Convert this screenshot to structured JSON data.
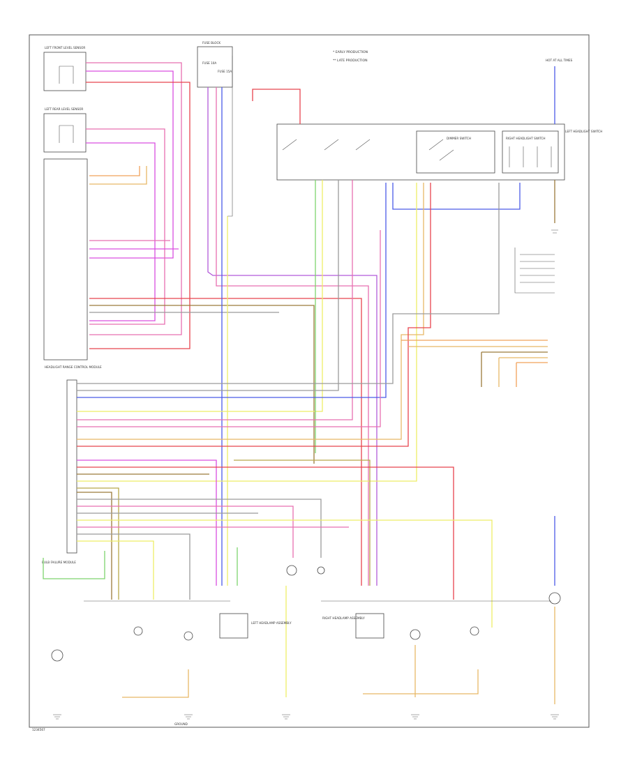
{
  "legend": {
    "line1": "* EARLY PRODUCTION",
    "line2": "** LATE PRODUCTION"
  },
  "components": {
    "left_front_level_sensor": "LEFT FRONT LEVEL SENSOR",
    "left_rear_level_sensor": "LEFT REAR LEVEL SENSOR",
    "headlamp_control_module": "HEADLIGHT RANGE CONTROL MODULE",
    "bulb_failure_module": "BULB FAILURE MODULE",
    "left_headlight_switch": "LEFT HEADLIGHT SWITCH",
    "dimmer_switch": "DIMMER SWITCH",
    "right_headlight_switch": "RIGHT HEADLIGHT SWITCH",
    "headlamp_right": "RIGHT HEADLAMP ASSEMBLY",
    "headlamp_left": "LEFT HEADLAMP ASSEMBLY",
    "ground_label": "GROUND",
    "fuse_block": "FUSE BLOCK",
    "hot_at_all_times": "HOT AT ALL TIMES",
    "fuse_label_1": "FUSE 10A",
    "fuse_label_2": "FUSE 15A"
  },
  "footer": {
    "code": "1234567"
  },
  "colors": {
    "red": "#e8434d",
    "pink": "#e86fb1",
    "magenta": "#d94fe0",
    "violet": "#b25ad9",
    "blue": "#4a5ae8",
    "yellow": "#eded66",
    "tan": "#e8b866",
    "orange": "#f0a25a",
    "brown": "#9a7a3a",
    "olive": "#b8a84a",
    "green": "#7ed46e",
    "gray": "#9a9a9a",
    "black": "#333333"
  }
}
